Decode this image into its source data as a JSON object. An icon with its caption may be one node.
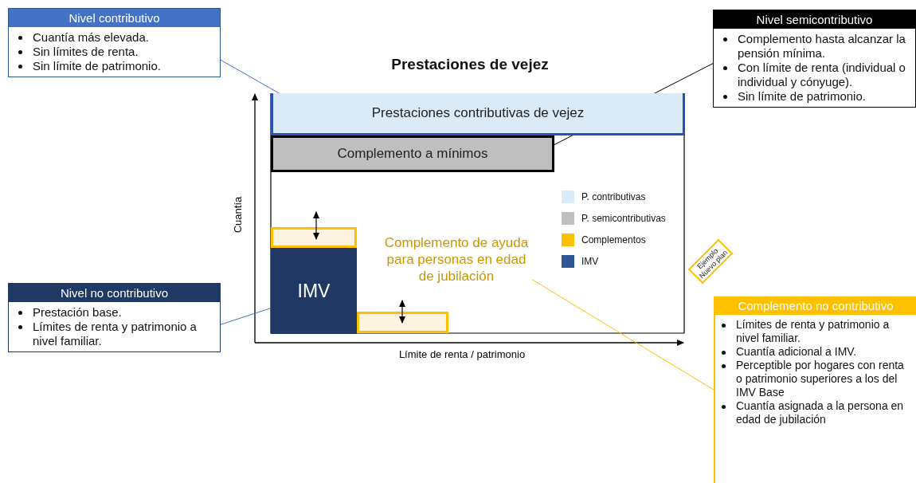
{
  "diagram": {
    "title": "Prestaciones de vejez",
    "nodes": [
      {
        "text": [
          "Nivel contributivo",
          "Cuantía más elevada.",
          "Sin límites de renta.",
          "Sin límite de patrimonio."
        ]
      },
      {
        "text": [
          "Nivel semicontributivo",
          "Complemento hasta alcanzar la pensión mínima.",
          "Con límite de renta (individual o individual y cónyuge).",
          "Sin límite de patrimonio."
        ]
      },
      {
        "text": [
          "Prestaciones contributivas de vejez"
        ]
      },
      {
        "text": [
          "Complemento a mínimos"
        ]
      },
      {
        "text": [],
        "shape": "box"
      },
      {
        "text": [
          "Complemento de ayuda para personas en edad de jubilación"
        ]
      },
      {
        "text": [
          "IMV"
        ]
      },
      {
        "text": [],
        "shape": "box"
      },
      {
        "text": [
          "Nivel no contributivo",
          "Prestación base.",
          "Límites de renta y patrimonio a nivel familiar."
        ]
      },
      {
        "text": [
          "Ejemplo Nuevo plan"
        ]
      },
      {
        "text": [
          "Complemento no contributivo",
          "Límites de renta y patrimonio a nivel familiar.",
          "Cuantía adicional a IMV.",
          "Perceptible por hogares con renta o patrimonio superiores a los del IMV Base",
          "Cuantía asignada a la persona en edad de jubilación"
        ]
      }
    ],
    "edges": [
      {
        "from": 0,
        "to": 2,
        "arrow": "none"
      },
      {
        "from": 1,
        "to": 3,
        "arrow": "none",
        "color": "#000000"
      },
      {
        "from": 8,
        "to": 6,
        "arrow": "none"
      },
      {
        "from": 5,
        "to": 10,
        "arrow": "none",
        "color": "#ffc000"
      }
    ],
    "labels": [
      "Cuantía",
      "Límite de renta / patrimonio"
    ],
    "legend": [
      {
        "text": "P. contributivas",
        "color": "#dbeaf7"
      },
      {
        "text": "P. semicontributivas",
        "color": "#bfbfbf"
      },
      {
        "text": "Complementos",
        "color": "#ffc000"
      },
      {
        "text": "IMV",
        "color": "#2f5597"
      }
    ]
  }
}
